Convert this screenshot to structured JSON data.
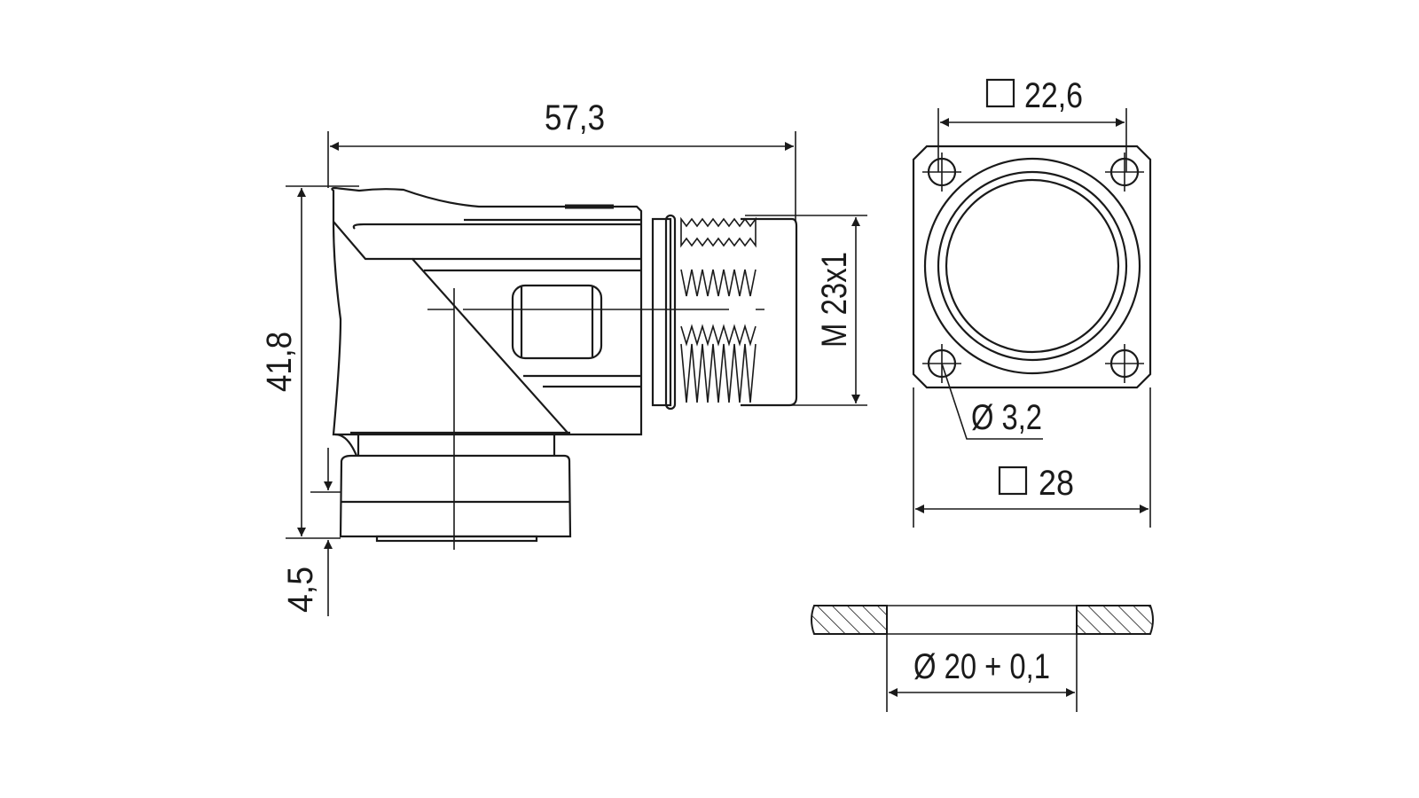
{
  "drawing": {
    "side_view": {
      "length_label": "57,3",
      "height_label": "41,8",
      "base_offset_label": "4,5",
      "thread_label": "M 23x1"
    },
    "front_view": {
      "inner_square_label": "22,6",
      "outer_square_label": "28",
      "hole_diameter_label": "Ø 3,2"
    },
    "panel_cutout": {
      "cutout_label": "Ø 20 + 0,1"
    },
    "line_color": "#1a1a1a"
  }
}
